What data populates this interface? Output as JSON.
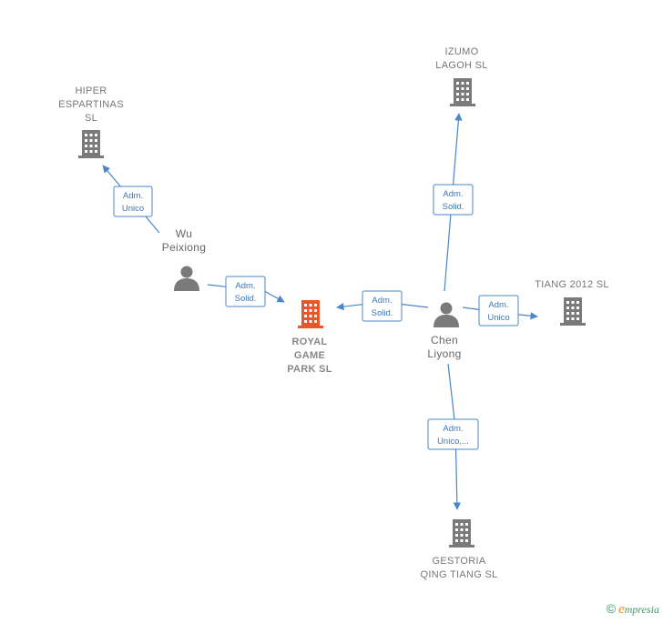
{
  "nodes": {
    "hiper": {
      "lines": [
        "HIPER",
        "ESPARTINAS",
        "SL"
      ]
    },
    "izumo": {
      "lines": [
        "IZUMO",
        "LAGOH  SL"
      ]
    },
    "tiang": {
      "lines": [
        "TIANG 2012 SL"
      ]
    },
    "royal": {
      "lines": [
        "ROYAL",
        "GAME",
        "PARK  SL"
      ]
    },
    "gestoria": {
      "lines": [
        "GESTORIA",
        "QING TIANG SL"
      ]
    },
    "wu": {
      "lines": [
        "Wu",
        "Peixiong"
      ]
    },
    "chen": {
      "lines": [
        "Chen",
        "Liyong"
      ]
    }
  },
  "edges": {
    "wu_hiper": [
      "Adm.",
      "Unico"
    ],
    "wu_royal": [
      "Adm.",
      "Solid."
    ],
    "chen_royal": [
      "Adm.",
      "Solid."
    ],
    "chen_izumo": [
      "Adm.",
      "Solid."
    ],
    "chen_tiang": [
      "Adm.",
      "Unico"
    ],
    "chen_gestoria": [
      "Adm.",
      "Unico,..."
    ]
  },
  "colors": {
    "company": "#7a7a7a",
    "focus_company": "#e8562a",
    "person": "#7a7a7a",
    "edge": "#4a86c8"
  },
  "footer": {
    "copyright": "©",
    "brand_initial": "e",
    "brand_rest": "mpresia"
  }
}
